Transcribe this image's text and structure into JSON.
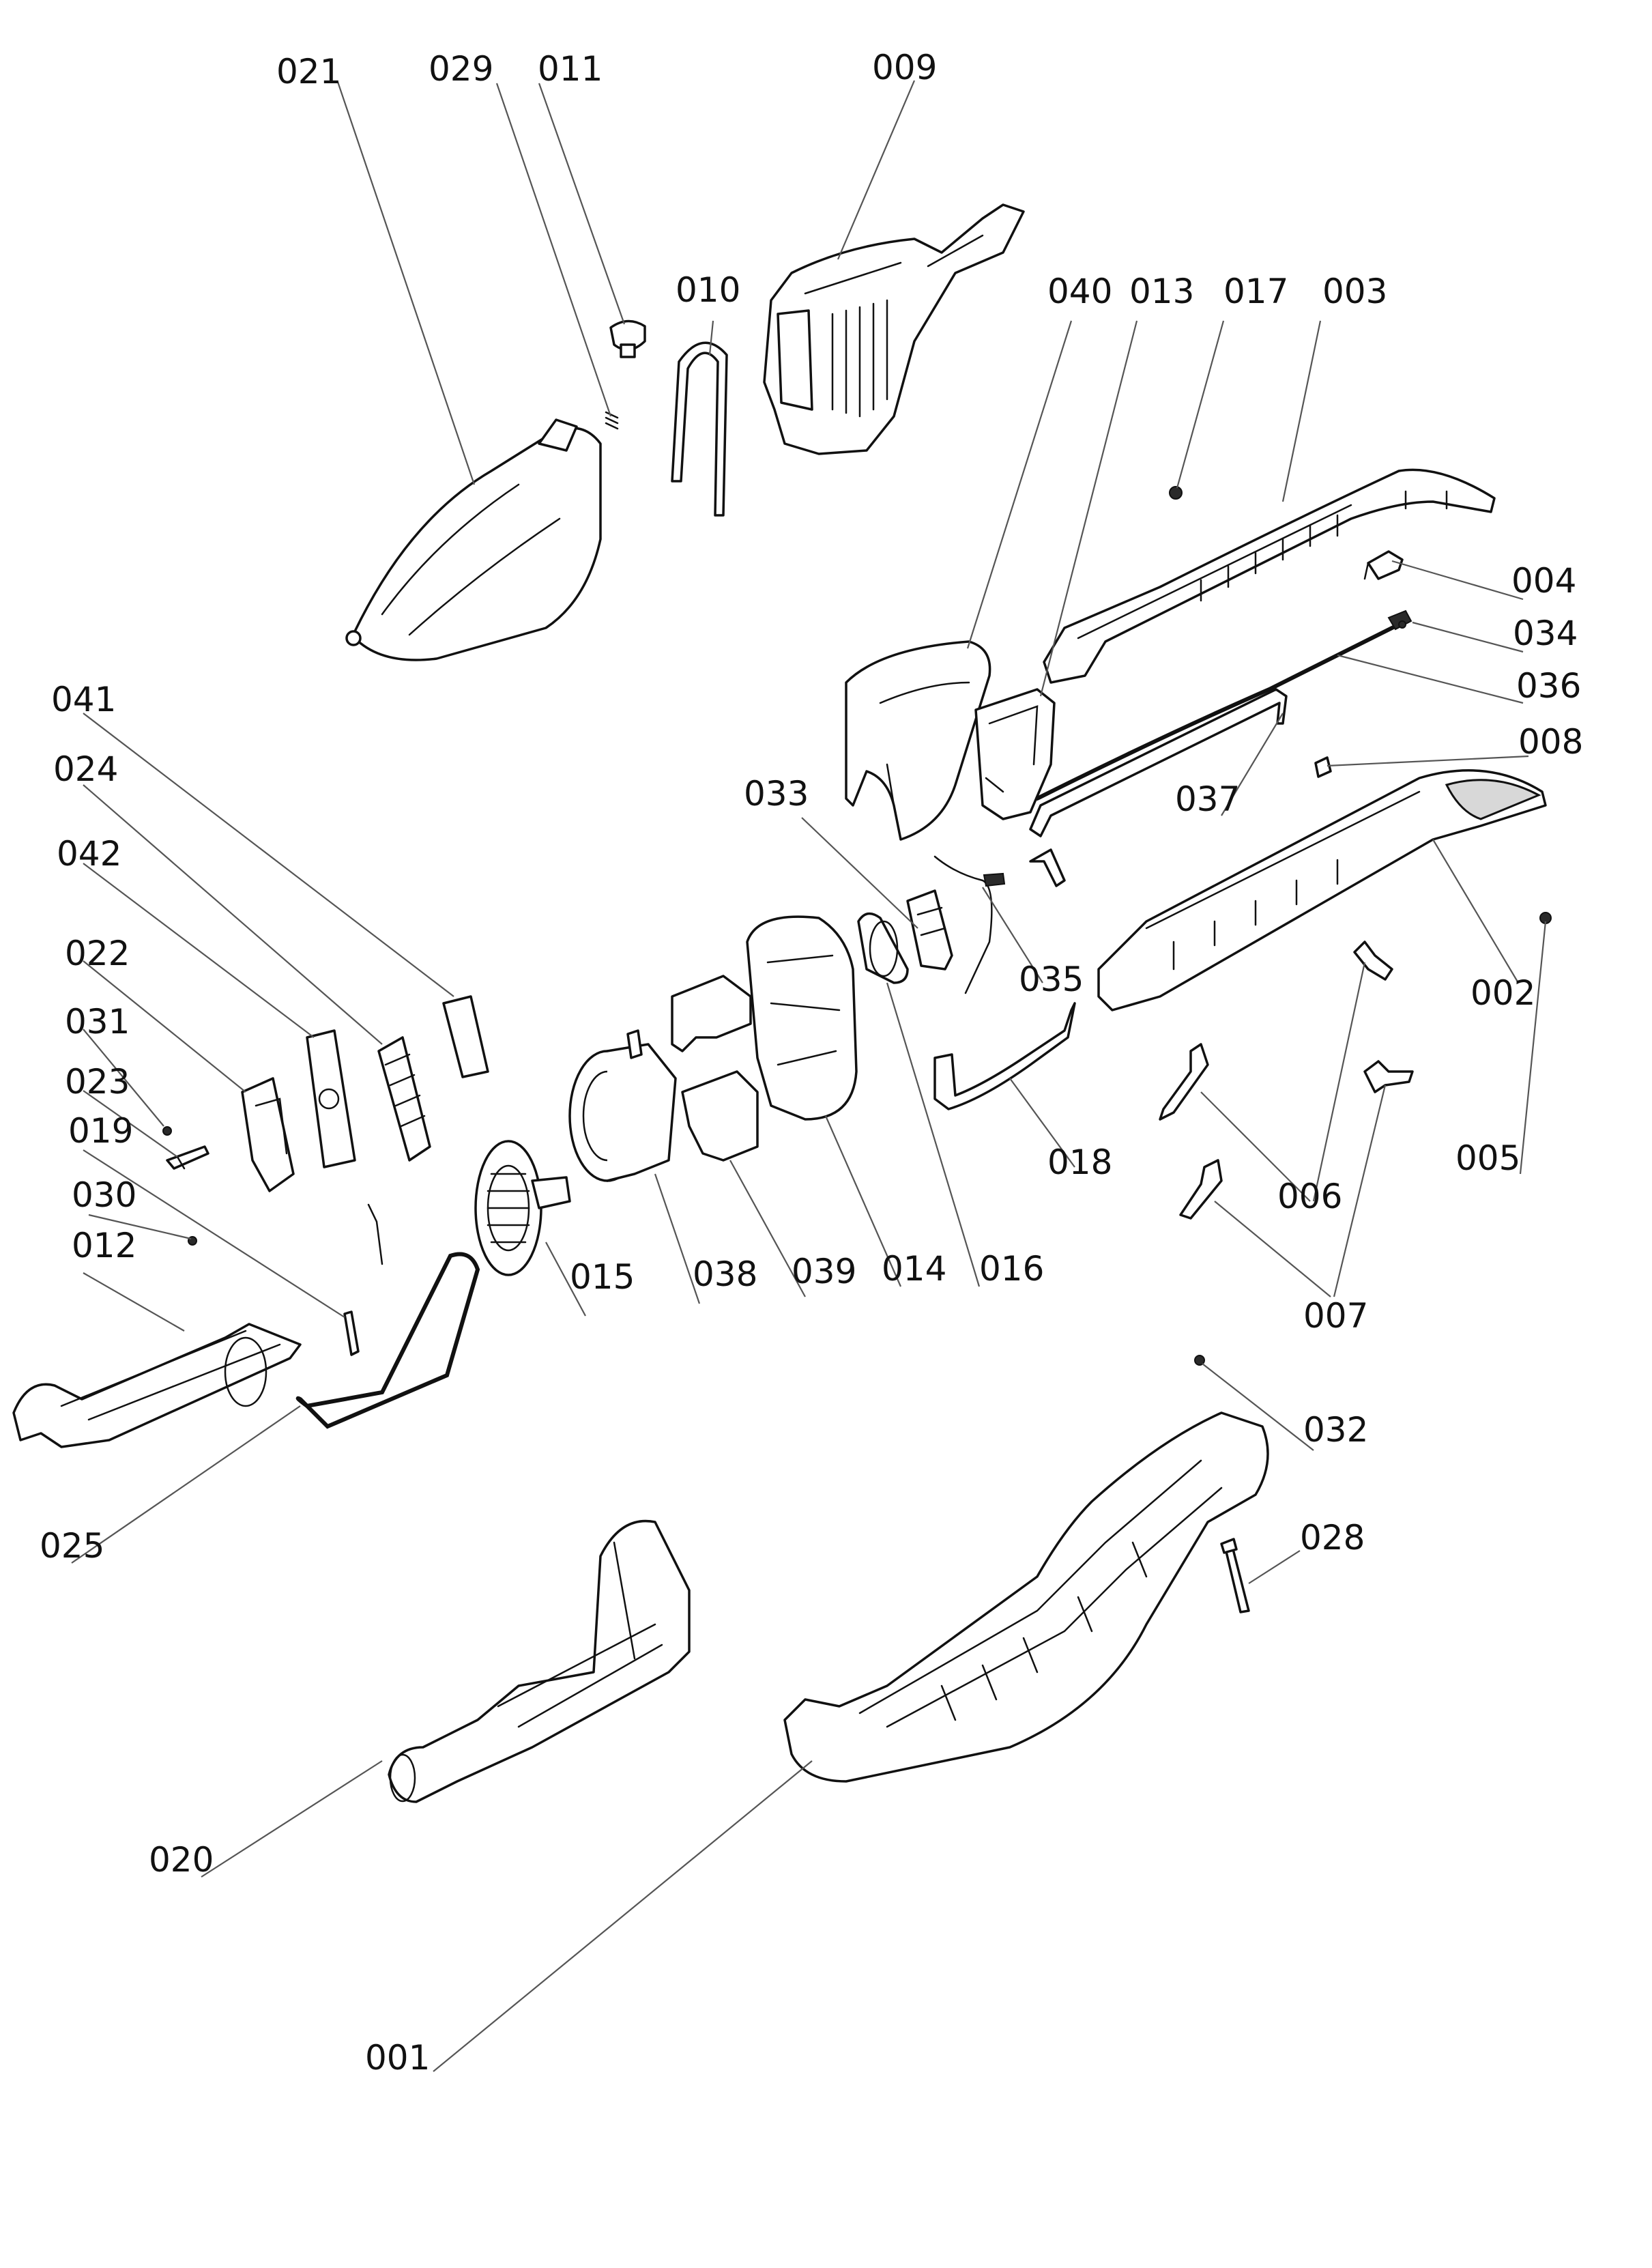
{
  "diagram": {
    "parts": [
      {
        "id": "001"
      },
      {
        "id": "002"
      },
      {
        "id": "003"
      },
      {
        "id": "004"
      },
      {
        "id": "005"
      },
      {
        "id": "006"
      },
      {
        "id": "007"
      },
      {
        "id": "008"
      },
      {
        "id": "009"
      },
      {
        "id": "010"
      },
      {
        "id": "011"
      },
      {
        "id": "012"
      },
      {
        "id": "013"
      },
      {
        "id": "014"
      },
      {
        "id": "015"
      },
      {
        "id": "016"
      },
      {
        "id": "017"
      },
      {
        "id": "018"
      },
      {
        "id": "019"
      },
      {
        "id": "020"
      },
      {
        "id": "021"
      },
      {
        "id": "022"
      },
      {
        "id": "023"
      },
      {
        "id": "024"
      },
      {
        "id": "025"
      },
      {
        "id": "028"
      },
      {
        "id": "029"
      },
      {
        "id": "030"
      },
      {
        "id": "031"
      },
      {
        "id": "032"
      },
      {
        "id": "033"
      },
      {
        "id": "034"
      },
      {
        "id": "035"
      },
      {
        "id": "036"
      },
      {
        "id": "037"
      },
      {
        "id": "038"
      },
      {
        "id": "039"
      },
      {
        "id": "040"
      },
      {
        "id": "041"
      },
      {
        "id": "042"
      }
    ]
  }
}
